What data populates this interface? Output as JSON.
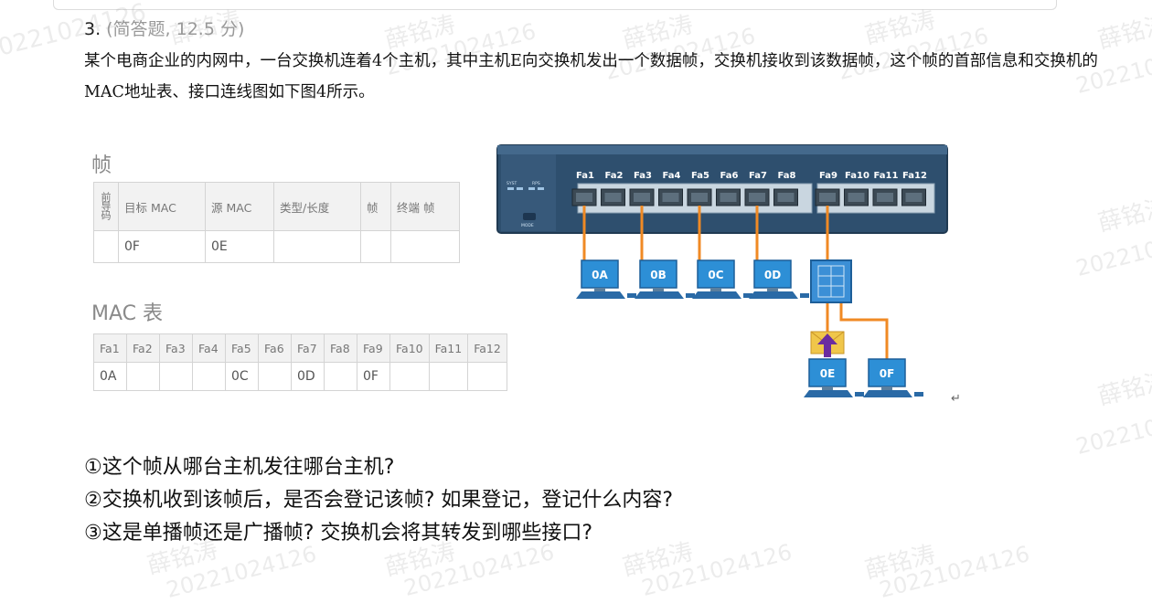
{
  "question": {
    "number": "3.",
    "type": "(简答题, 12.5 分)",
    "body": "某个电商企业的内网中，一台交换机连着4个主机，其中主机E向交换机发出一个数据帧，交换机接收到该数据帧，这个帧的首部信息和交换机的MAC地址表、接口连线图如下图4所示。"
  },
  "frame_table": {
    "title": "帧",
    "headers": [
      "前导码",
      "目标 MAC",
      "源 MAC",
      "类型/长度",
      "帧",
      "终端 帧"
    ],
    "values": [
      "",
      "0F",
      "0E",
      "",
      "",
      ""
    ]
  },
  "mac_table": {
    "title": "MAC 表",
    "headers": [
      "Fa1",
      "Fa2",
      "Fa3",
      "Fa4",
      "Fa5",
      "Fa6",
      "Fa7",
      "Fa8",
      "Fa9",
      "Fa10",
      "Fa11",
      "Fa12"
    ],
    "values": [
      "0A",
      "",
      "",
      "",
      "0C",
      "",
      "0D",
      "",
      "0F",
      "",
      "",
      ""
    ]
  },
  "diagram": {
    "ports": [
      "Fa1",
      "Fa2",
      "Fa3",
      "Fa4",
      "Fa5",
      "Fa6",
      "Fa7",
      "Fa8",
      "Fa9",
      "Fa10",
      "Fa11",
      "Fa12"
    ],
    "mode_label": "MODE",
    "led_labels": [
      "SYST",
      "RPS"
    ],
    "hosts": [
      "0A",
      "0B",
      "0C",
      "0D",
      "0E",
      "0F"
    ]
  },
  "sub_questions": [
    "①这个帧从哪台主机发往哪台主机?",
    "②交换机收到该帧后，是否会登记该帧? 如果登记，登记什么内容?",
    "③这是单播帧还是广播帧? 交换机会将其转发到哪些接口?"
  ],
  "watermark": {
    "name": "薛铭涛",
    "id": "20221024126"
  },
  "enter_mark": "↵",
  "colors": {
    "switch_body": "#2e4f6e",
    "cable": "#f08a24",
    "host_screen": "#2d8fd6",
    "arrow": "#6a2ca0",
    "envelope": "#f0c64a"
  }
}
